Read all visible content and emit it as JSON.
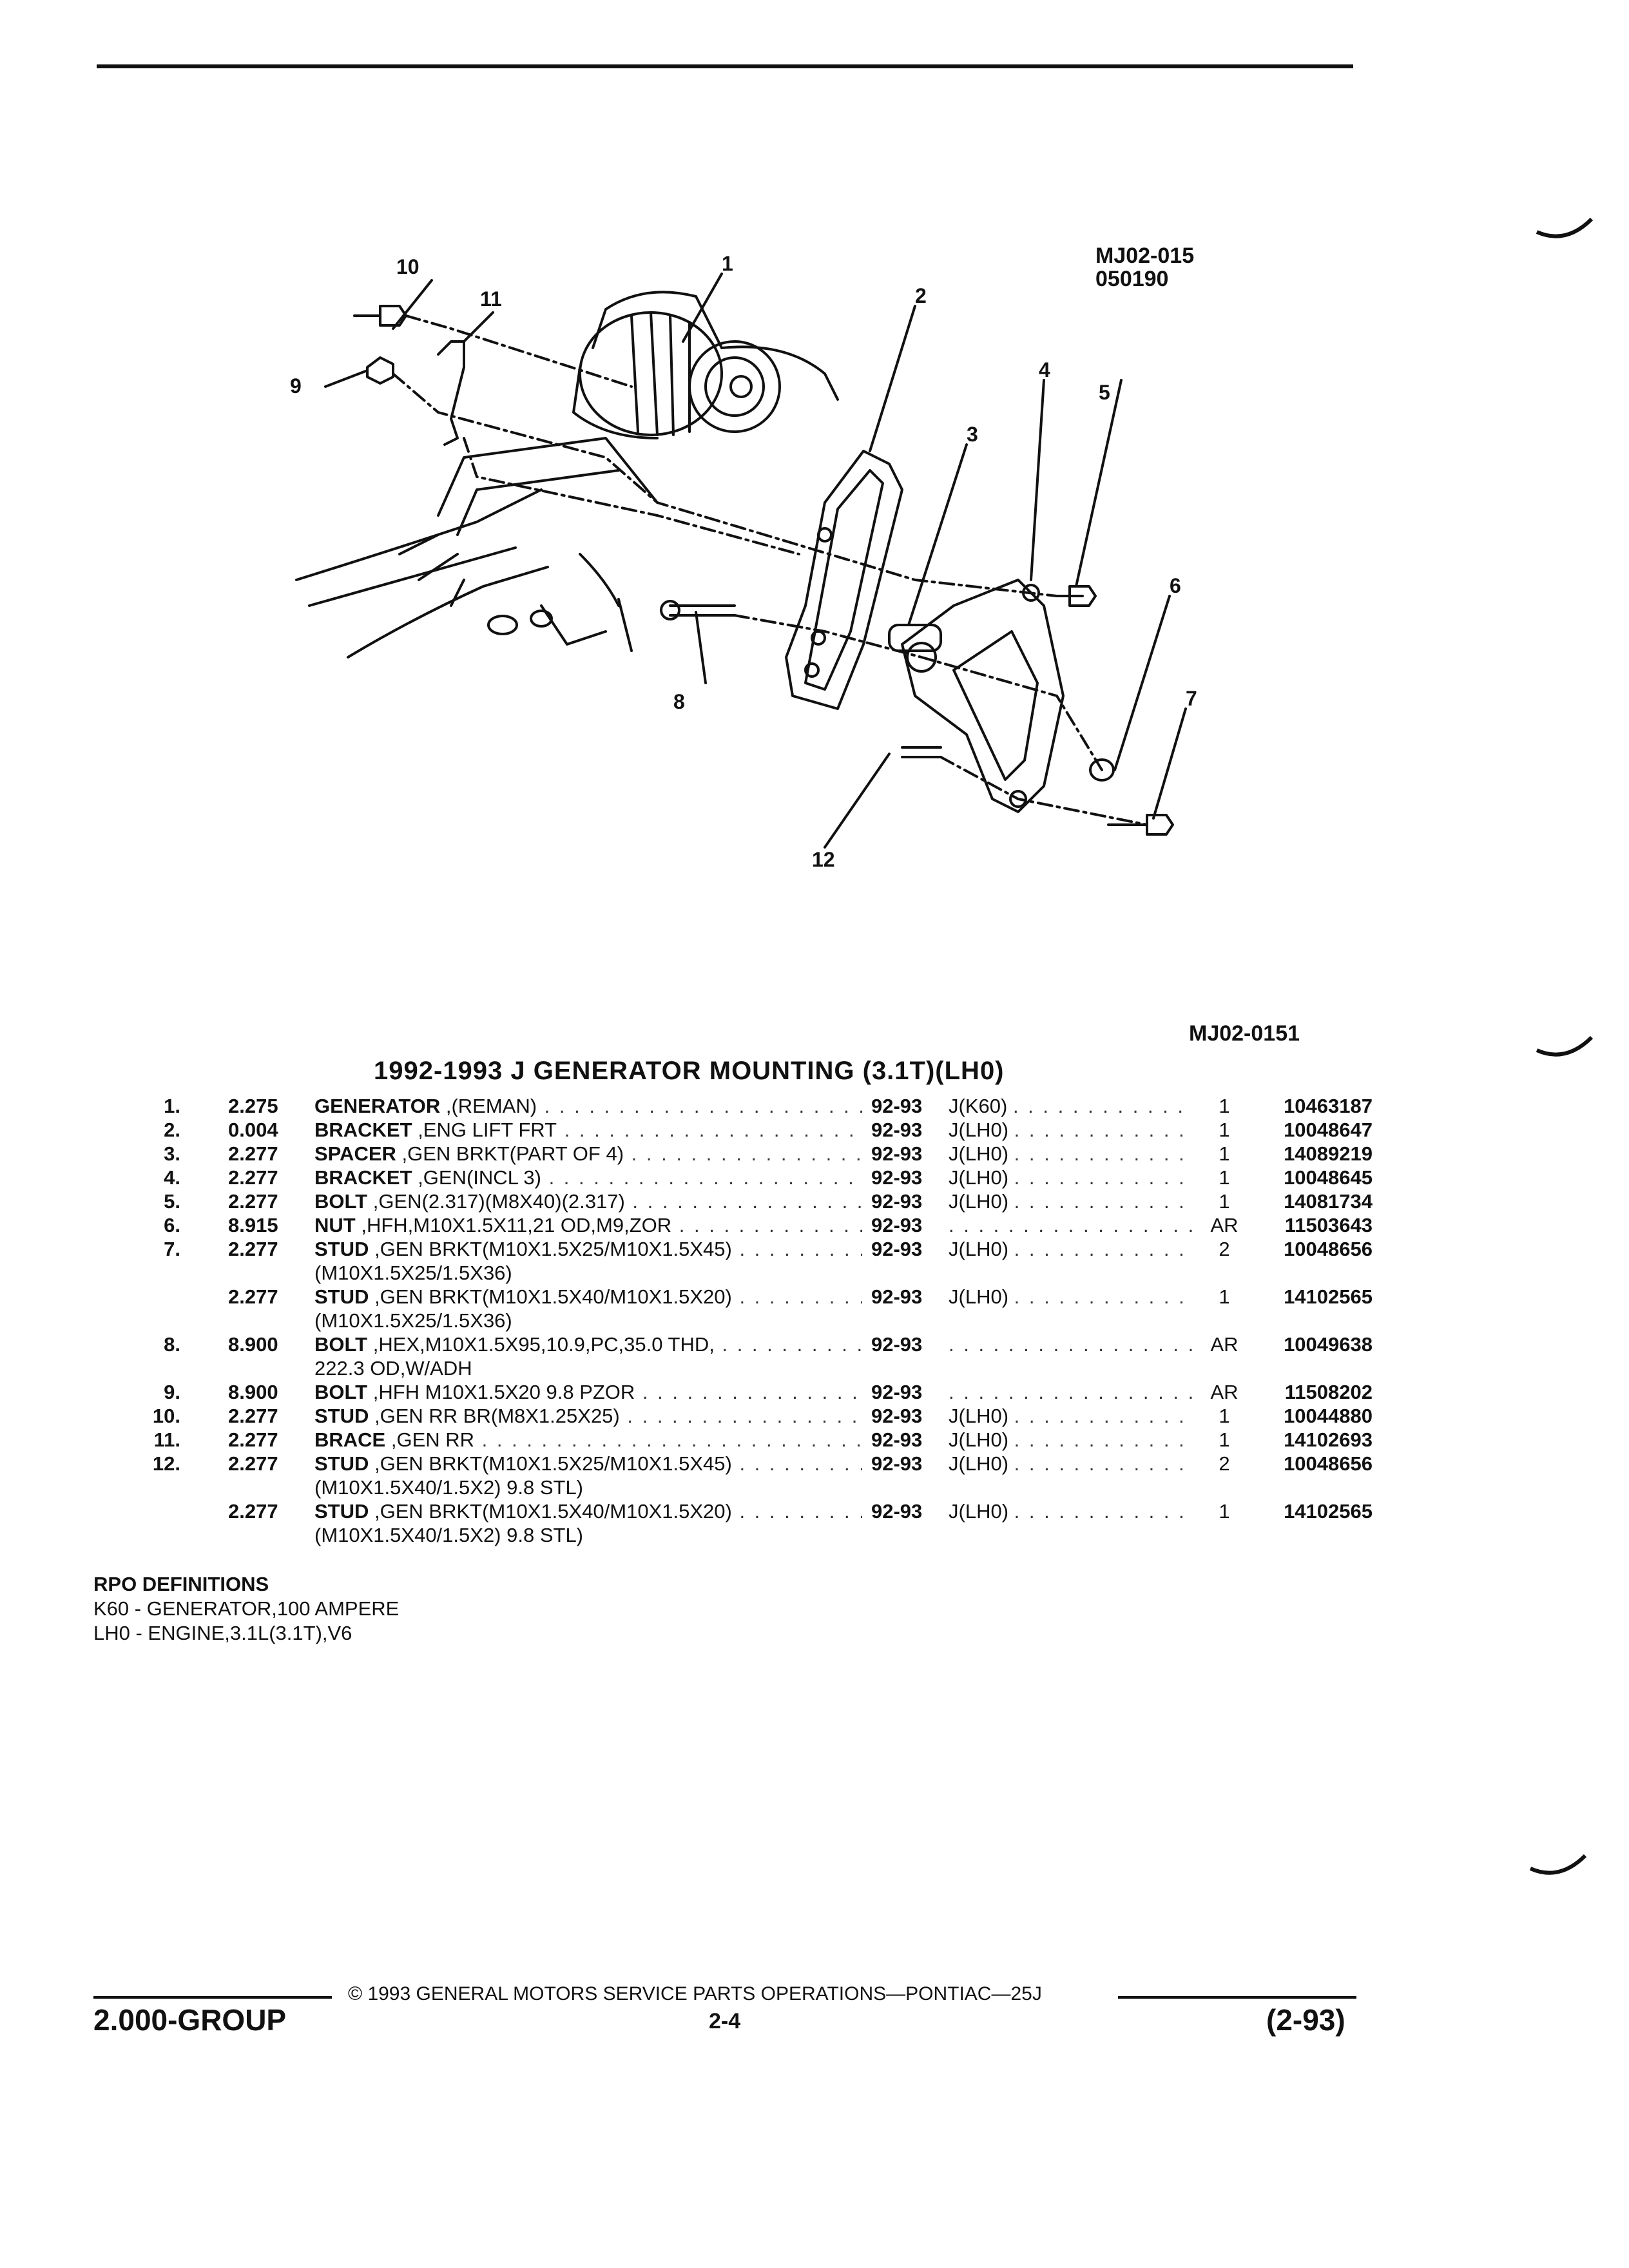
{
  "header": {
    "ref_code_1": "MJ02-015",
    "ref_code_2": "050190",
    "ref_code_3": "MJ02-0151"
  },
  "diagram": {
    "callouts": [
      "1",
      "2",
      "3",
      "4",
      "5",
      "6",
      "7",
      "8",
      "9",
      "10",
      "11",
      "12"
    ]
  },
  "section": {
    "title": "1992-1993 J GENERATOR MOUNTING (3.1T)(LH0)"
  },
  "parts": [
    {
      "num": "1.",
      "grp": "2.275",
      "name": "GENERATOR",
      "desc": ",(REMAN)",
      "desc2": "",
      "yr": "92-93",
      "model": "J(K60)",
      "qty": "1",
      "pn": "10463187"
    },
    {
      "num": "2.",
      "grp": "0.004",
      "name": "BRACKET",
      "desc": ",ENG LIFT FRT",
      "desc2": "",
      "yr": "92-93",
      "model": "J(LH0)",
      "qty": "1",
      "pn": "10048647"
    },
    {
      "num": "3.",
      "grp": "2.277",
      "name": "SPACER",
      "desc": ",GEN BRKT(PART OF 4)",
      "desc2": "",
      "yr": "92-93",
      "model": "J(LH0)",
      "qty": "1",
      "pn": "14089219"
    },
    {
      "num": "4.",
      "grp": "2.277",
      "name": "BRACKET",
      "desc": ",GEN(INCL 3)",
      "desc2": "",
      "yr": "92-93",
      "model": "J(LH0)",
      "qty": "1",
      "pn": "10048645"
    },
    {
      "num": "5.",
      "grp": "2.277",
      "name": "BOLT",
      "desc": ",GEN(2.317)(M8X40)(2.317)",
      "desc2": "",
      "yr": "92-93",
      "model": "J(LH0)",
      "qty": "1",
      "pn": "14081734"
    },
    {
      "num": "6.",
      "grp": "8.915",
      "name": "NUT",
      "desc": ",HFH,M10X1.5X11,21 OD,M9,ZOR",
      "desc2": "",
      "yr": "92-93",
      "model": "",
      "qty": "AR",
      "pn": "11503643"
    },
    {
      "num": "7.",
      "grp": "2.277",
      "name": "STUD",
      "desc": ",GEN BRKT(M10X1.5X25/M10X1.5X45)",
      "desc2": "(M10X1.5X25/1.5X36)",
      "yr": "92-93",
      "model": "J(LH0)",
      "qty": "2",
      "pn": "10048656"
    },
    {
      "num": "",
      "grp": "2.277",
      "name": "STUD",
      "desc": ",GEN BRKT(M10X1.5X40/M10X1.5X20)",
      "desc2": "(M10X1.5X25/1.5X36)",
      "yr": "92-93",
      "model": "J(LH0)",
      "qty": "1",
      "pn": "14102565"
    },
    {
      "num": "8.",
      "grp": "8.900",
      "name": "BOLT",
      "desc": ",HEX,M10X1.5X95,10.9,PC,35.0 THD,",
      "desc2": "222.3 OD,W/ADH",
      "yr": "92-93",
      "model": "",
      "qty": "AR",
      "pn": "10049638"
    },
    {
      "num": "9.",
      "grp": "8.900",
      "name": "BOLT",
      "desc": ",HFH M10X1.5X20 9.8 PZOR",
      "desc2": "",
      "yr": "92-93",
      "model": "",
      "qty": "AR",
      "pn": "11508202"
    },
    {
      "num": "10.",
      "grp": "2.277",
      "name": "STUD",
      "desc": ",GEN RR BR(M8X1.25X25)",
      "desc2": "",
      "yr": "92-93",
      "model": "J(LH0)",
      "qty": "1",
      "pn": "10044880"
    },
    {
      "num": "11.",
      "grp": "2.277",
      "name": "BRACE",
      "desc": ",GEN RR",
      "desc2": "",
      "yr": "92-93",
      "model": "J(LH0)",
      "qty": "1",
      "pn": "14102693"
    },
    {
      "num": "12.",
      "grp": "2.277",
      "name": "STUD",
      "desc": ",GEN BRKT(M10X1.5X25/M10X1.5X45)",
      "desc2": "(M10X1.5X40/1.5X2) 9.8 STL)",
      "yr": "92-93",
      "model": "J(LH0)",
      "qty": "2",
      "pn": "10048656"
    },
    {
      "num": "",
      "grp": "2.277",
      "name": "STUD",
      "desc": ",GEN BRKT(M10X1.5X40/M10X1.5X20)",
      "desc2": "(M10X1.5X40/1.5X2) 9.8 STL)",
      "yr": "92-93",
      "model": "J(LH0)",
      "qty": "1",
      "pn": "14102565"
    }
  ],
  "rpo": {
    "heading": "RPO DEFINITIONS",
    "lines": [
      "K60 - GENERATOR,100 AMPERE",
      "LH0 - ENGINE,3.1L(3.1T),V6"
    ]
  },
  "footer": {
    "copyright": "© 1993 GENERAL MOTORS SERVICE PARTS OPERATIONS—PONTIAC—25J",
    "group": "2.000-GROUP",
    "page": "2-4",
    "date": "(2-93)"
  }
}
